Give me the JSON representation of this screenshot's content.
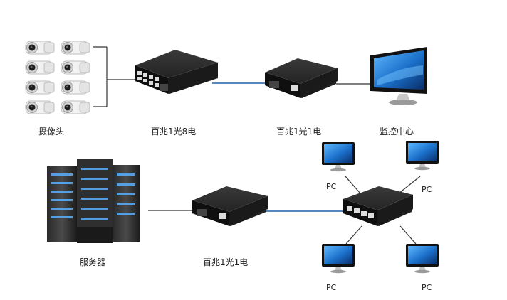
{
  "labels": {
    "cameras": "摄像头",
    "switch_1f8e": "百兆1光8电",
    "converter_top": "百兆1光1电",
    "monitor_center": "监控中心",
    "server": "服务器",
    "converter_bottom": "百兆1光1电",
    "pc": "PC"
  },
  "icons": {
    "camera": "cctv-camera-icon",
    "switch": "ethernet-switch-icon",
    "converter": "media-converter-icon",
    "monitor": "monitor-icon",
    "server": "server-rack-icon",
    "pc": "pc-icon"
  },
  "colors": {
    "fiber_line": "#1f5fa8",
    "copper_line": "#333333",
    "device_body": "#1e1e1e",
    "screen_blue": "#1b6fc9"
  }
}
